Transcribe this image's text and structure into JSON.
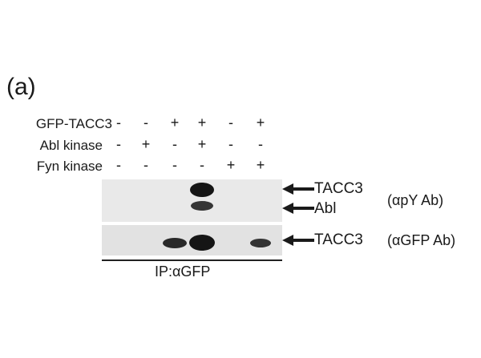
{
  "panel": "(a)",
  "rows": [
    {
      "label": "GFP-TACC3",
      "signs": [
        "-",
        "-",
        "+",
        "+",
        "-",
        "+"
      ]
    },
    {
      "label": "Abl kinase",
      "signs": [
        "-",
        "+",
        "-",
        "+",
        "-",
        "-"
      ]
    },
    {
      "label": "Fyn kinase",
      "signs": [
        "-",
        "-",
        "-",
        "-",
        "+",
        "+"
      ]
    }
  ],
  "blot_top": {
    "arrows": [
      "TACC3",
      "Abl"
    ],
    "antibody": "(αpY Ab)",
    "bands": [
      {
        "lane": 4,
        "label": "TACC3",
        "intensity": 1.0
      },
      {
        "lane": 4,
        "label": "Abl",
        "intensity": 0.85
      }
    ]
  },
  "blot_bottom": {
    "arrows": [
      "TACC3"
    ],
    "antibody": "(αGFP Ab)",
    "bands": [
      {
        "lane": 3,
        "intensity": 0.9
      },
      {
        "lane": 4,
        "intensity": 1.0
      },
      {
        "lane": 6,
        "intensity": 0.85
      }
    ]
  },
  "ip_label": "IP:αGFP"
}
